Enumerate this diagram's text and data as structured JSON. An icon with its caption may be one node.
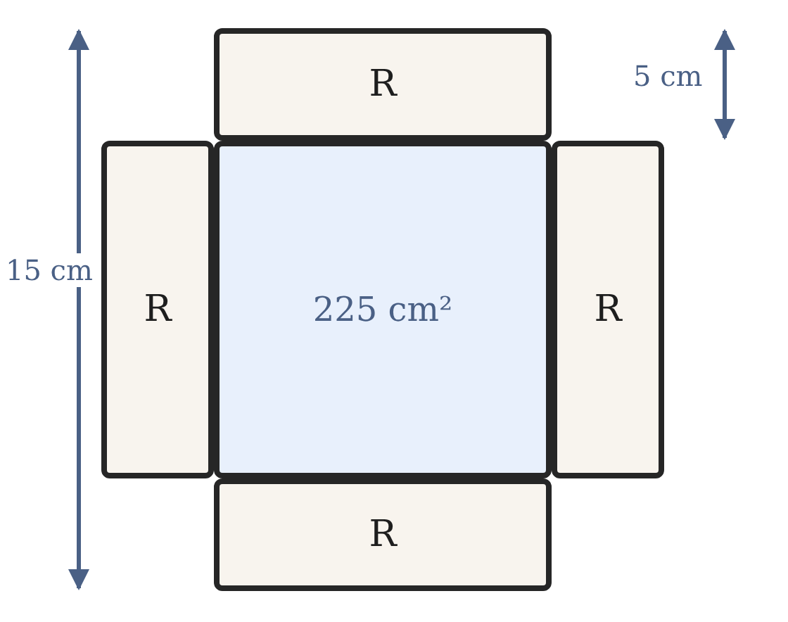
{
  "diagram": {
    "nodes": [
      {
        "text": [
          "R"
        ]
      },
      {
        "text": [
          "R"
        ]
      },
      {
        "text": [
          "225 cm²"
        ]
      },
      {
        "text": [
          "R"
        ]
      },
      {
        "text": [
          "R"
        ]
      }
    ],
    "labels": [
      "5 cm",
      "15 cm"
    ]
  }
}
